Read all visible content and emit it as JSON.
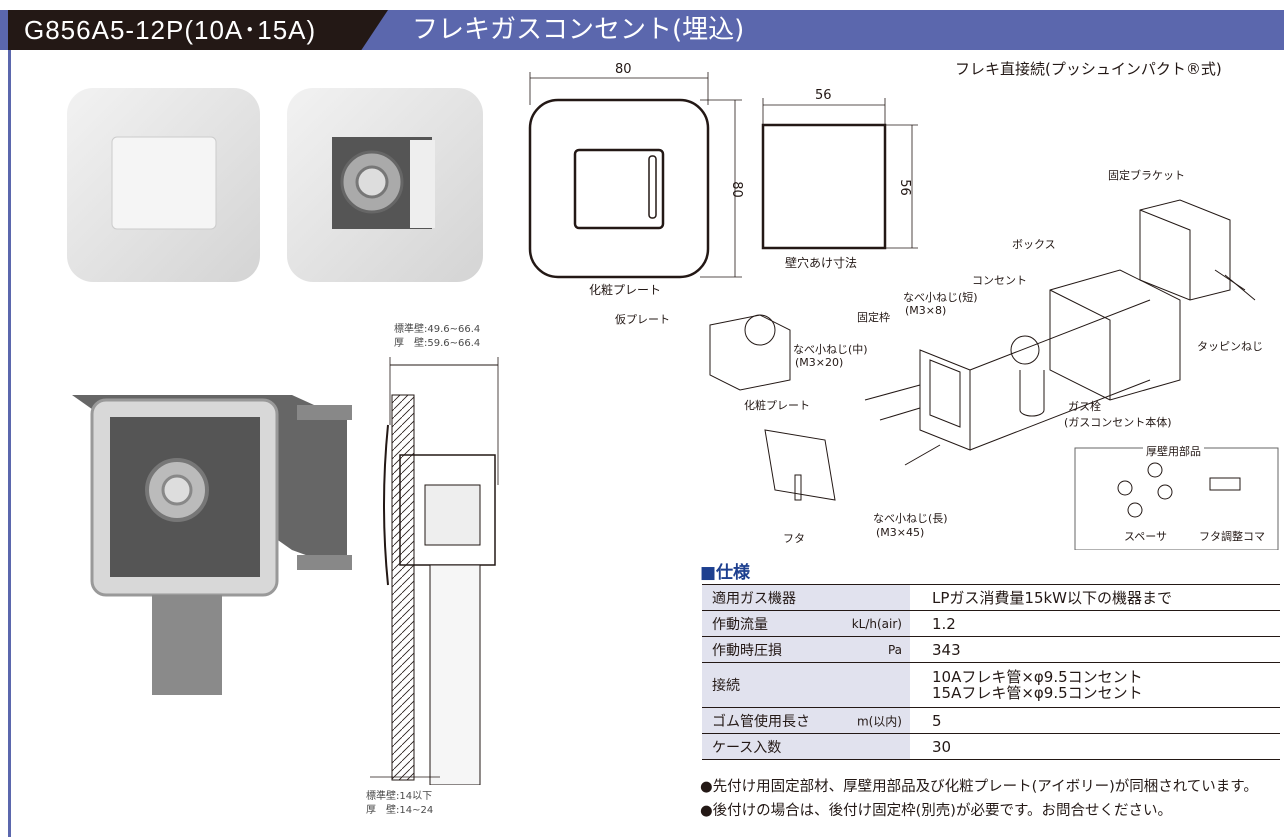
{
  "header": {
    "model": "G856A5-12P(10A･15A)",
    "title": "フレキガスコンセント(埋込)"
  },
  "subtitle": "フレキ直接続(プッシュインパクト®式)",
  "dimensions": {
    "plate_width": "80",
    "plate_height": "80",
    "plate_label": "化粧プレート",
    "hole_width": "56",
    "hole_height": "56",
    "hole_label": "壁穴あけ寸法"
  },
  "section": {
    "top_note_1": "標準壁:49.6~66.4",
    "top_note_2": "厚　壁:59.6~66.4",
    "bottom_note_1": "標準壁:14以下",
    "bottom_note_2": "厚　壁:14~24"
  },
  "exploded": {
    "bracket": "固定ブラケット",
    "box": "ボックス",
    "outlet": "コンセント",
    "screw_short": "なべ小ねじ(短)",
    "screw_short_size": "(M3×8)",
    "frame": "固定枠",
    "screw_mid": "なべ小ねじ(中)",
    "screw_mid_size": "(M3×20)",
    "temp_plate": "仮プレート",
    "cover_plate": "化粧プレート",
    "tapping": "タッピンねじ",
    "valve": "ガス栓",
    "valve_sub": "(ガスコンセント本体)",
    "screw_long": "なべ小ねじ(長)",
    "screw_long_size": "(M3×45)",
    "lid": "フタ",
    "thick_parts": "厚壁用部品",
    "spacer": "スペーサ",
    "lid_adjuster": "フタ調整コマ"
  },
  "spec": {
    "heading": "■仕様",
    "rows": [
      {
        "label": "適用ガス機器",
        "unit": "",
        "value": "LPガス消費量15kW以下の機器まで"
      },
      {
        "label": "作動流量",
        "unit": "kL/h(air)",
        "value": "1.2"
      },
      {
        "label": "作動時圧損",
        "unit": "Pa",
        "value": "343"
      },
      {
        "label": "接続",
        "unit": "",
        "value": "10Aフレキ管×φ9.5コンセント",
        "value2": "15Aフレキ管×φ9.5コンセント"
      },
      {
        "label": "ゴム管使用長さ",
        "unit": "m(以内)",
        "value": "5"
      },
      {
        "label": "ケース入数",
        "unit": "",
        "value": "30"
      }
    ]
  },
  "notes": [
    "●先付け用固定部材、厚壁用部品及び化粧プレート(アイボリー)が同梱されています。",
    "●後付けの場合は、後付け固定枠(別売)が必要です。お問合せください。"
  ],
  "colors": {
    "header": "#5b67ad",
    "model_bg": "#231815",
    "table_label_bg": "#e1e2ee",
    "heading": "#1d3f8f"
  }
}
